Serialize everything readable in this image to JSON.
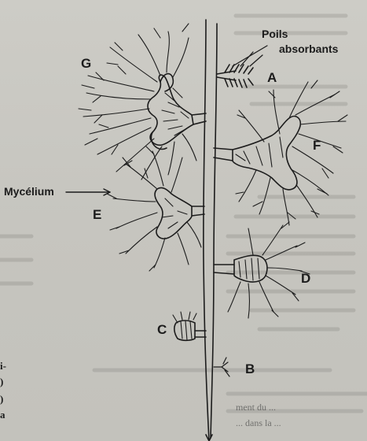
{
  "labels": {
    "poils_line1": "Poils",
    "poils_line2": "absorbants",
    "mycelium": "Mycélium",
    "A": "A",
    "B": "B",
    "C": "C",
    "D": "D",
    "E": "E",
    "F": "F",
    "G": "G"
  },
  "margin_fragments": [
    "i-",
    ")",
    ")",
    "a"
  ],
  "bottom_text": [
    "ment du ...",
    "... dans la ..."
  ],
  "colors": {
    "ink": "#1c1c1c",
    "paper": "#cdccc6"
  }
}
